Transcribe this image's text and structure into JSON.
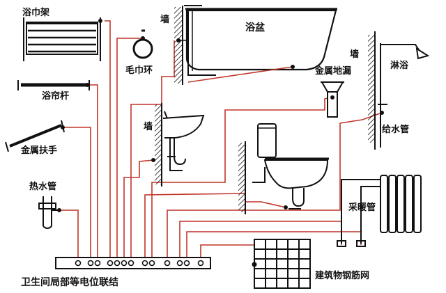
{
  "labels": {
    "towel_rack": "浴巾架",
    "towel_ring": "毛巾环",
    "curtain_rod": "浴帘杆",
    "grab_bar": "金属扶手",
    "hot_water_pipe": "热水管",
    "bathtub": "浴盆",
    "wall_tub": "墙",
    "wall_sink": "墙",
    "wall_shower": "墙",
    "floor_drain": "金属地漏",
    "shower": "淋浴",
    "supply_pipe": "给水管",
    "heating_pipe": "采暖管",
    "rebar_mesh": "建筑物钢筋网",
    "bonding_box": "卫生间局部等电位联结"
  },
  "colors": {
    "bond_wire": "#c0352a",
    "line": "#111111",
    "background": "#ffffff"
  }
}
